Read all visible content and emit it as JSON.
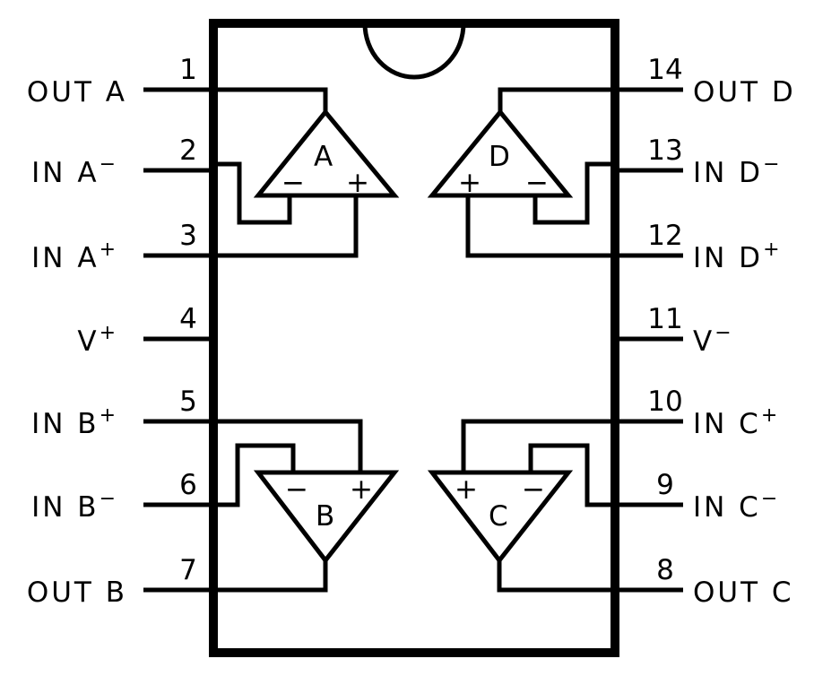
{
  "title": "Quad op-amp pinout",
  "left_pins": [
    {
      "num": "1",
      "label": "OUT A",
      "sup": ""
    },
    {
      "num": "2",
      "label": "IN A",
      "sup": "−"
    },
    {
      "num": "3",
      "label": "IN A",
      "sup": "+"
    },
    {
      "num": "4",
      "label": "V",
      "sup": "+"
    },
    {
      "num": "5",
      "label": "IN B",
      "sup": "+"
    },
    {
      "num": "6",
      "label": "IN B",
      "sup": "−"
    },
    {
      "num": "7",
      "label": "OUT B",
      "sup": ""
    }
  ],
  "right_pins": [
    {
      "num": "14",
      "label": "OUT D",
      "sup": ""
    },
    {
      "num": "13",
      "label": "IN D",
      "sup": "−"
    },
    {
      "num": "12",
      "label": "IN D",
      "sup": "+"
    },
    {
      "num": "11",
      "label": "V",
      "sup": "−"
    },
    {
      "num": "10",
      "label": "IN C",
      "sup": "+"
    },
    {
      "num": "9",
      "label": "IN C",
      "sup": "−"
    },
    {
      "num": "8",
      "label": "OUT C",
      "sup": ""
    }
  ],
  "amps": {
    "a": {
      "name": "A",
      "minus": "−",
      "plus": "+"
    },
    "b": {
      "name": "B",
      "minus": "−",
      "plus": "+"
    },
    "c": {
      "name": "C",
      "minus": "−",
      "plus": "+"
    },
    "d": {
      "name": "D",
      "minus": "−",
      "plus": "+"
    }
  }
}
